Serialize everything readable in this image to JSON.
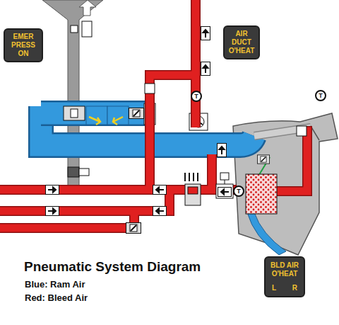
{
  "diagram": {
    "title": "Pneumatic System Diagram",
    "nodes": [
      {
        "text": [
          "EMER PRESS ON"
        ]
      },
      {
        "text": [
          "AIR DUCT O'HEAT"
        ]
      },
      {
        "text": [
          "T"
        ]
      },
      {
        "text": [
          "T"
        ]
      },
      {
        "text": [
          "T"
        ]
      },
      {
        "text": [
          "BLD AIR O'HEAT",
          "L",
          "R"
        ]
      }
    ],
    "legend": [
      {
        "text": "Blue: Ram Air"
      },
      {
        "text": "Red: Bleed Air"
      }
    ]
  }
}
